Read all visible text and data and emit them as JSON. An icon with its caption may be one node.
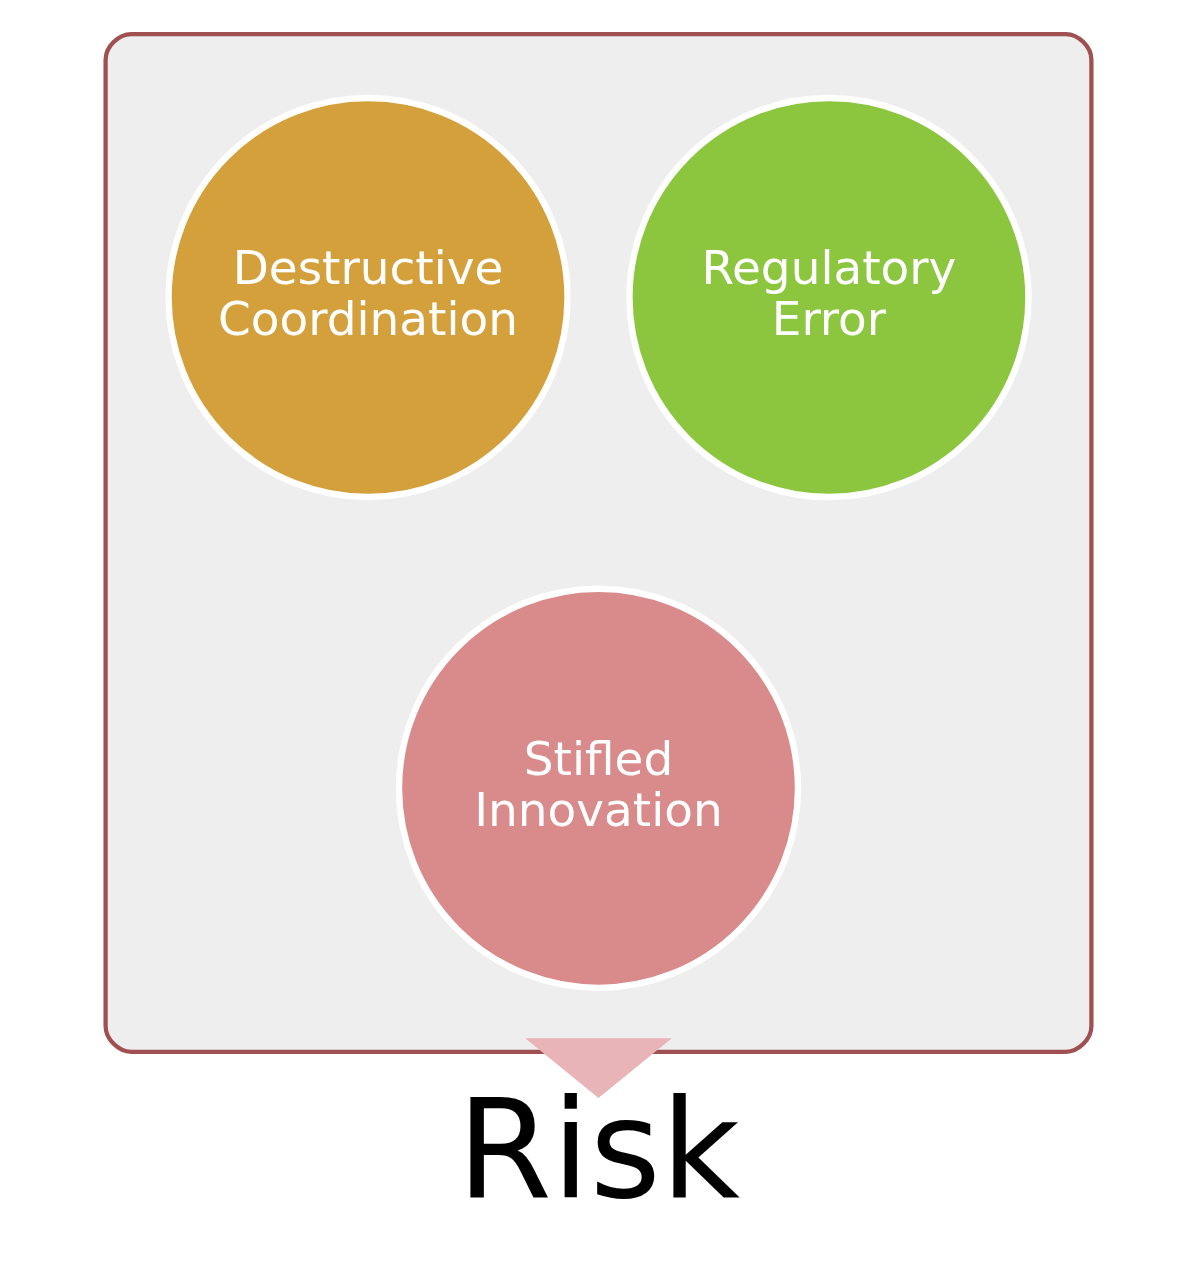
{
  "diagram": {
    "nodes": [
      {
        "text": [],
        "shape": "funnel"
      },
      {
        "text": [
          "Destructive Coordination"
        ],
        "in": 0
      },
      {
        "text": [
          "Regulatory Error"
        ],
        "in": 0
      },
      {
        "text": [
          "Stifled Innovation"
        ],
        "in": 0
      },
      {
        "text": [
          "Risk"
        ]
      }
    ],
    "edges": [
      {
        "from": 0,
        "to": 4,
        "arrow": "to",
        "style": "thick"
      }
    ]
  }
}
